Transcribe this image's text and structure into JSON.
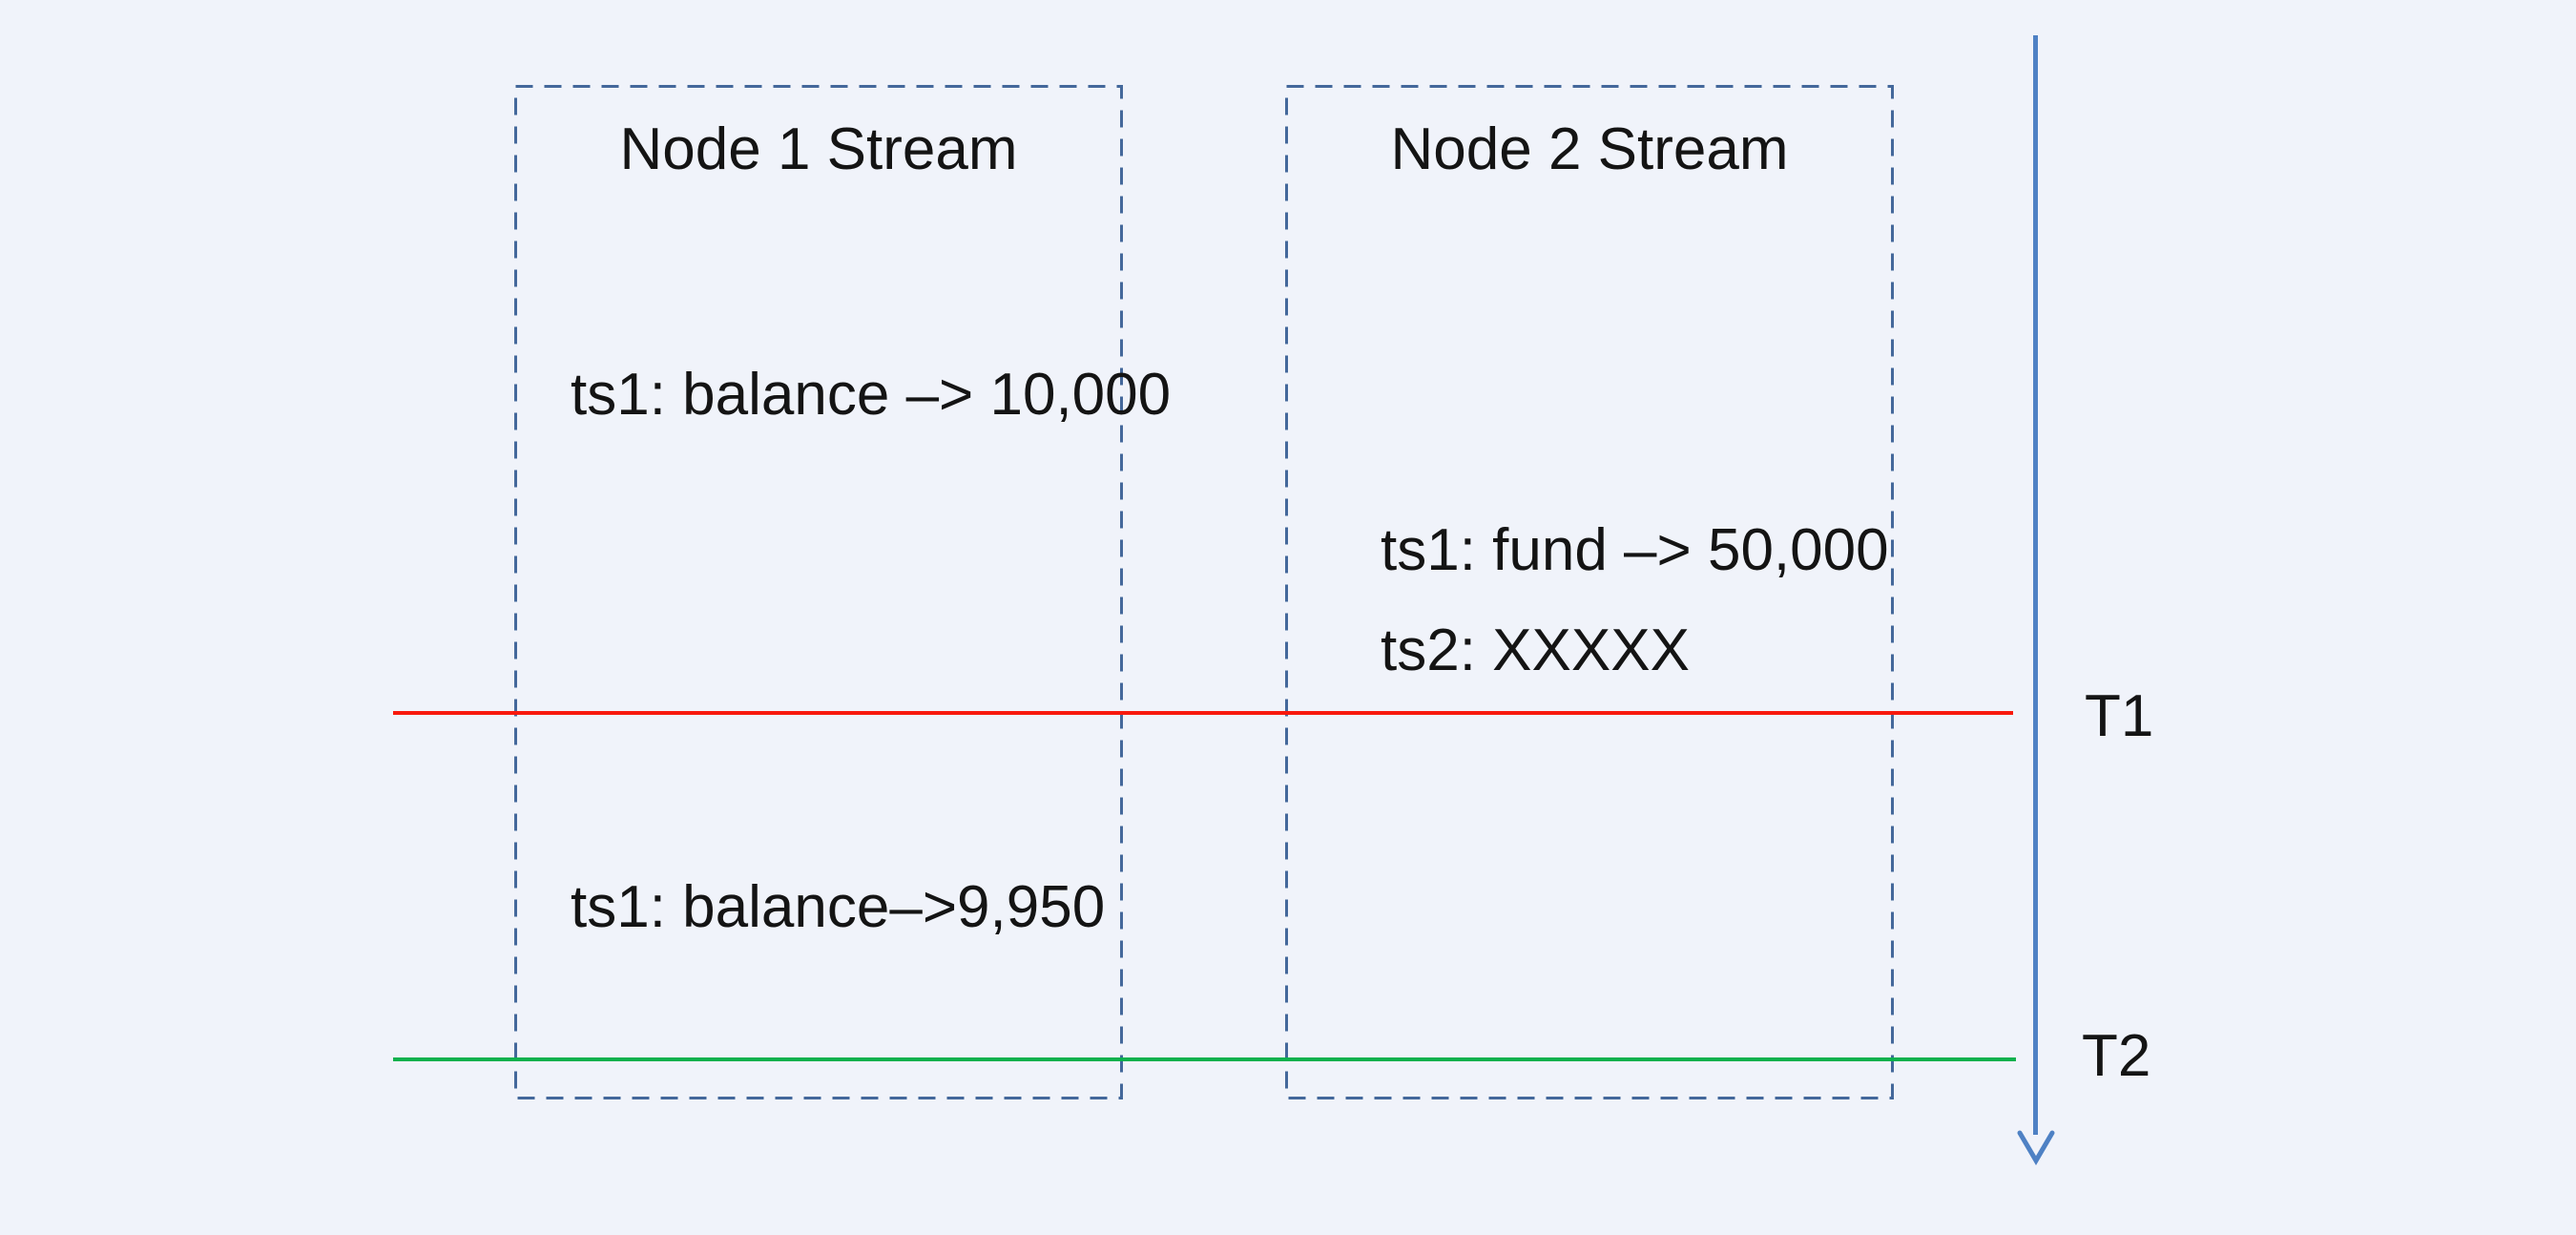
{
  "colors": {
    "background": "#f0f3fa",
    "box_border": "#44689b",
    "text": "#141414",
    "t1_line": "#f8190d",
    "t2_line": "#0bb14d",
    "time_axis": "#4e81c4"
  },
  "streams": [
    {
      "title": "Node 1 Stream",
      "events": [
        {
          "label": "ts1: balance –> 10,000"
        },
        {
          "label": "ts1: balance–>9,950"
        }
      ]
    },
    {
      "title": "Node 2 Stream",
      "events": [
        {
          "label": "ts1: fund –> 50,000"
        },
        {
          "label": "ts2: XXXXX"
        }
      ]
    }
  ],
  "timestamps": [
    {
      "label": "T1",
      "color": "#f8190d"
    },
    {
      "label": "T2",
      "color": "#0bb14d"
    }
  ]
}
